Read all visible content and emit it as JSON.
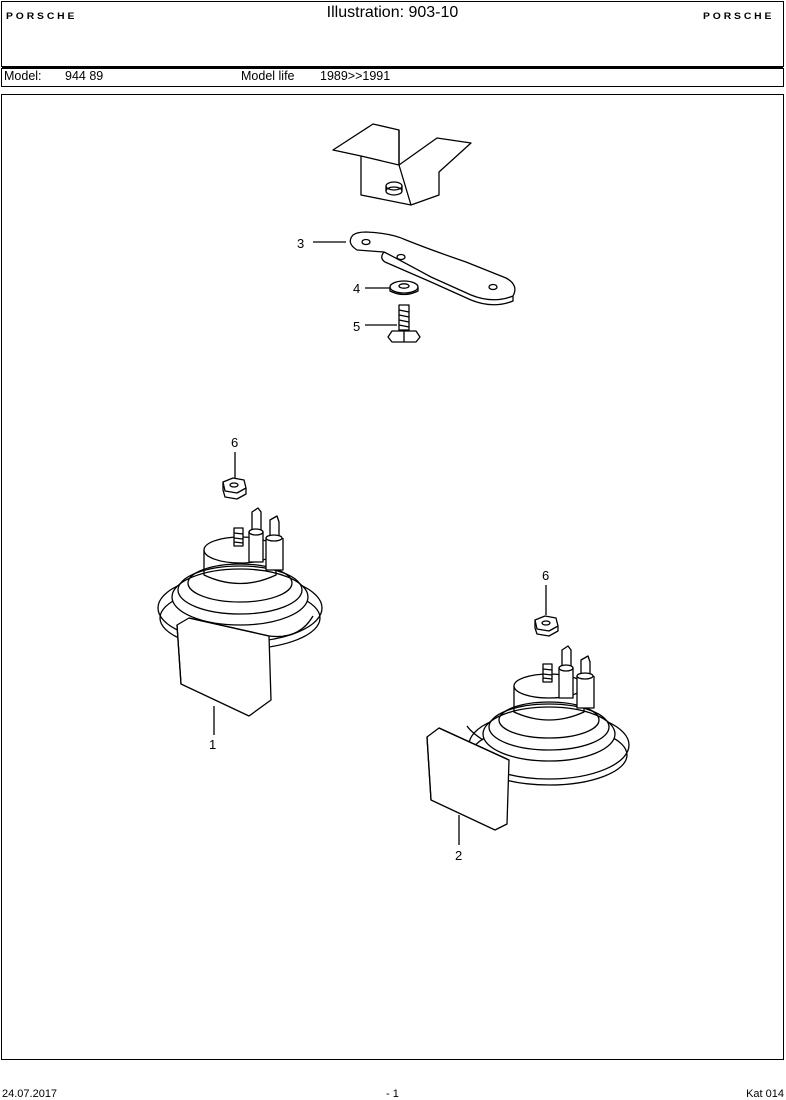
{
  "header": {
    "brand_left": "PORSCHE",
    "brand_right": "PORSCHE",
    "title": "Illustration: 903-10"
  },
  "model_bar": {
    "model_label": "Model:",
    "model_value": "944 89",
    "life_label": "Model life",
    "life_value": "1989>>1991"
  },
  "callouts": [
    "3",
    "4",
    "5",
    "6",
    "6",
    "1",
    "2"
  ],
  "footer": {
    "date": "24.07.2017",
    "page": "- 1",
    "catalog": "Kat 014"
  }
}
